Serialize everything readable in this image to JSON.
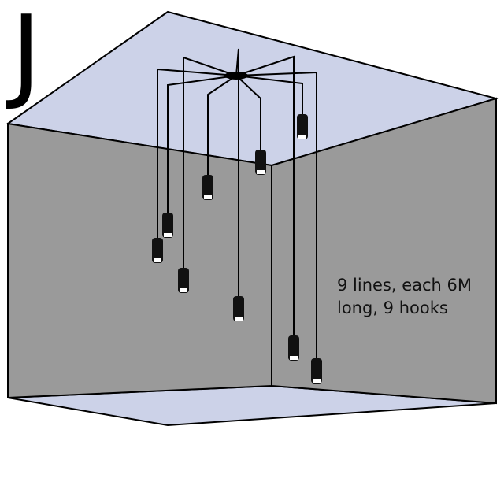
{
  "corner_letter": "J",
  "description_lines": [
    "9 lines, each 6M",
    "long, 9 hooks"
  ],
  "colors": {
    "ceiling": "#ccd2e8",
    "floor": "#ccd2e8",
    "walls": "#9a9a9a",
    "outline": "#000000",
    "cord": "#000000",
    "lamp_body": "#111111",
    "lamp_light": "#ffffff"
  }
}
